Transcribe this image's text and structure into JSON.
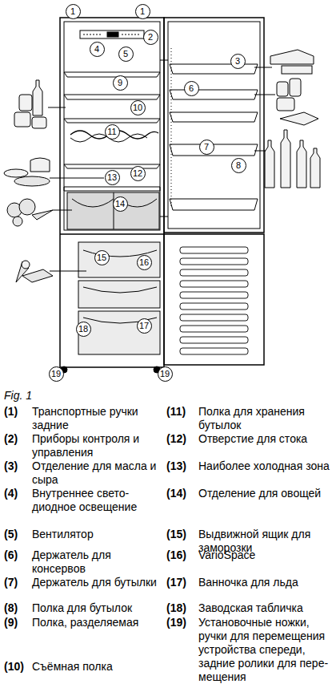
{
  "diagram": {
    "caption": "Fig. 1",
    "nodes": [
      {
        "text": [
          "1"
        ]
      },
      {
        "text": [
          "1"
        ]
      },
      {
        "text": [
          "2"
        ]
      },
      {
        "text": [
          "4"
        ]
      },
      {
        "text": [
          "5"
        ]
      },
      {
        "text": [
          "3"
        ]
      },
      {
        "text": [
          "9"
        ]
      },
      {
        "text": [
          "6"
        ]
      },
      {
        "text": [
          "10"
        ]
      },
      {
        "text": [
          "11"
        ]
      },
      {
        "text": [
          "7"
        ]
      },
      {
        "text": [
          "8"
        ]
      },
      {
        "text": [
          "13"
        ]
      },
      {
        "text": [
          "12"
        ]
      },
      {
        "text": [
          "14"
        ]
      },
      {
        "text": [
          "15"
        ]
      },
      {
        "text": [
          "16"
        ]
      },
      {
        "text": [
          "18"
        ]
      },
      {
        "text": [
          "17"
        ]
      },
      {
        "text": [
          "19"
        ]
      },
      {
        "text": [
          "19"
        ]
      }
    ],
    "labels": [
      "(1)",
      "Транспортные ручки задние",
      "(2)",
      "Приборы контроля и управления",
      "(3)",
      "Отделение для масла и сыра",
      "(4)",
      "Внутреннее свето- диодное освещение",
      "(5)",
      "Вентилятор",
      "(6)",
      "Держатель для консервов",
      "(7)",
      "Держатель для бутылки",
      "(8)",
      "Полка для бутылок",
      "(9)",
      "Полка, разделяемая",
      "(11)",
      "Полка для хранения бутылок",
      "(12)",
      "Отверстие для стока",
      "(13)",
      "Наиболее холодная зона",
      "(14)",
      "Отделение для овощей",
      "(15)",
      "Выдвижной ящик для заморозки",
      "(16)",
      "VarioSpace",
      "(17)",
      "Ванночка для льда",
      "(18)",
      "Заводская табличка",
      "(19)",
      "Установочные ножки, ручки для перемещения устройства спереди, задние ролики для пере- мещения",
      "(10)",
      "Съёмная полка"
    ]
  }
}
